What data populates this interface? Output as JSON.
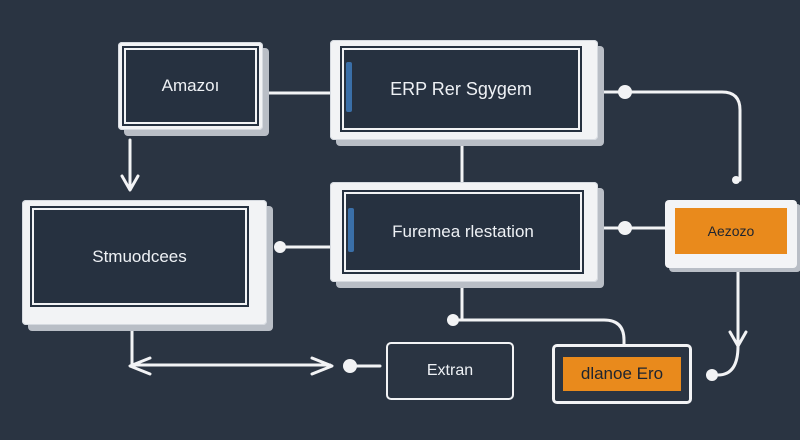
{
  "nodes": {
    "amazon": {
      "label": "Amazoı"
    },
    "erp": {
      "label": "ERP Rer Sgygem"
    },
    "structures": {
      "label": "Stmuodcees"
    },
    "center": {
      "label": "Furemea rlestation"
    },
    "extran": {
      "label": "Extran"
    },
    "orange_right": {
      "label": "Aezozo"
    },
    "orange_bottom": {
      "label": "dlanoe Ero"
    }
  },
  "colors": {
    "background": "#2a3442",
    "card": "#f2f3f5",
    "panel": "#263140",
    "accent_blue": "#3a6fa8",
    "accent_orange": "#e98a1c",
    "line": "#f2f3f5"
  }
}
